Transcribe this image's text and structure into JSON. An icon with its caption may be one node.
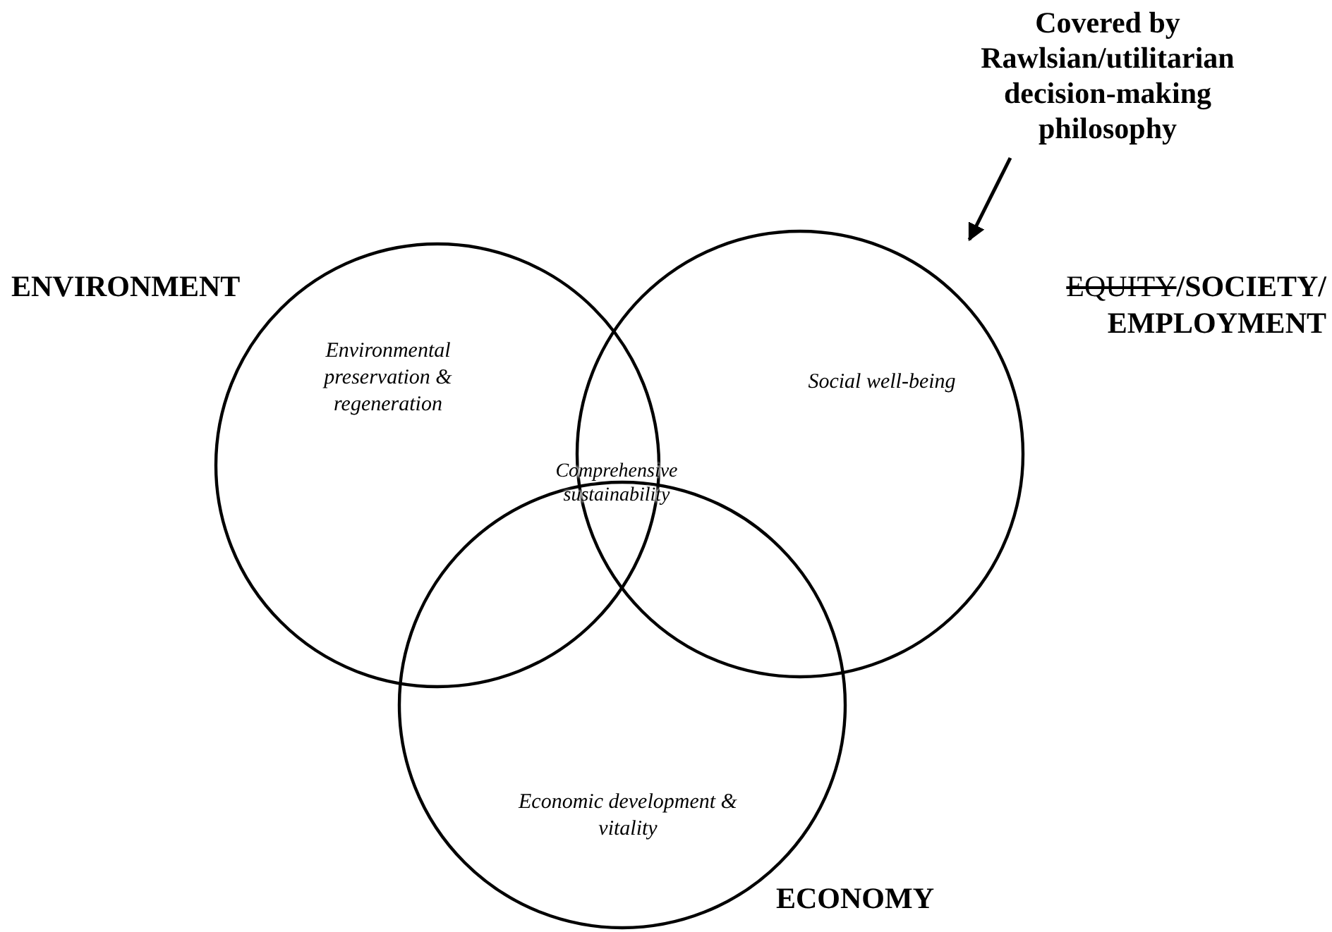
{
  "diagram": {
    "nodes": [
      {
        "text": [
          "ENVIRONMENT",
          "Environmental preservation & regeneration"
        ]
      },
      {
        "text": [
          "EQUITY/SOCIETY/ EMPLOYMENT",
          "Social well-being"
        ]
      },
      {
        "text": [
          "ECONOMY",
          "Economic development & vitality"
        ]
      },
      {
        "text": [
          "Comprehensive sustainability"
        ]
      },
      {
        "text": [
          "Covered by Rawlsian/utilitarian decision-making philosophy"
        ]
      }
    ],
    "edges": [
      {
        "from": 4,
        "to": 1,
        "arrow": "to"
      }
    ]
  }
}
